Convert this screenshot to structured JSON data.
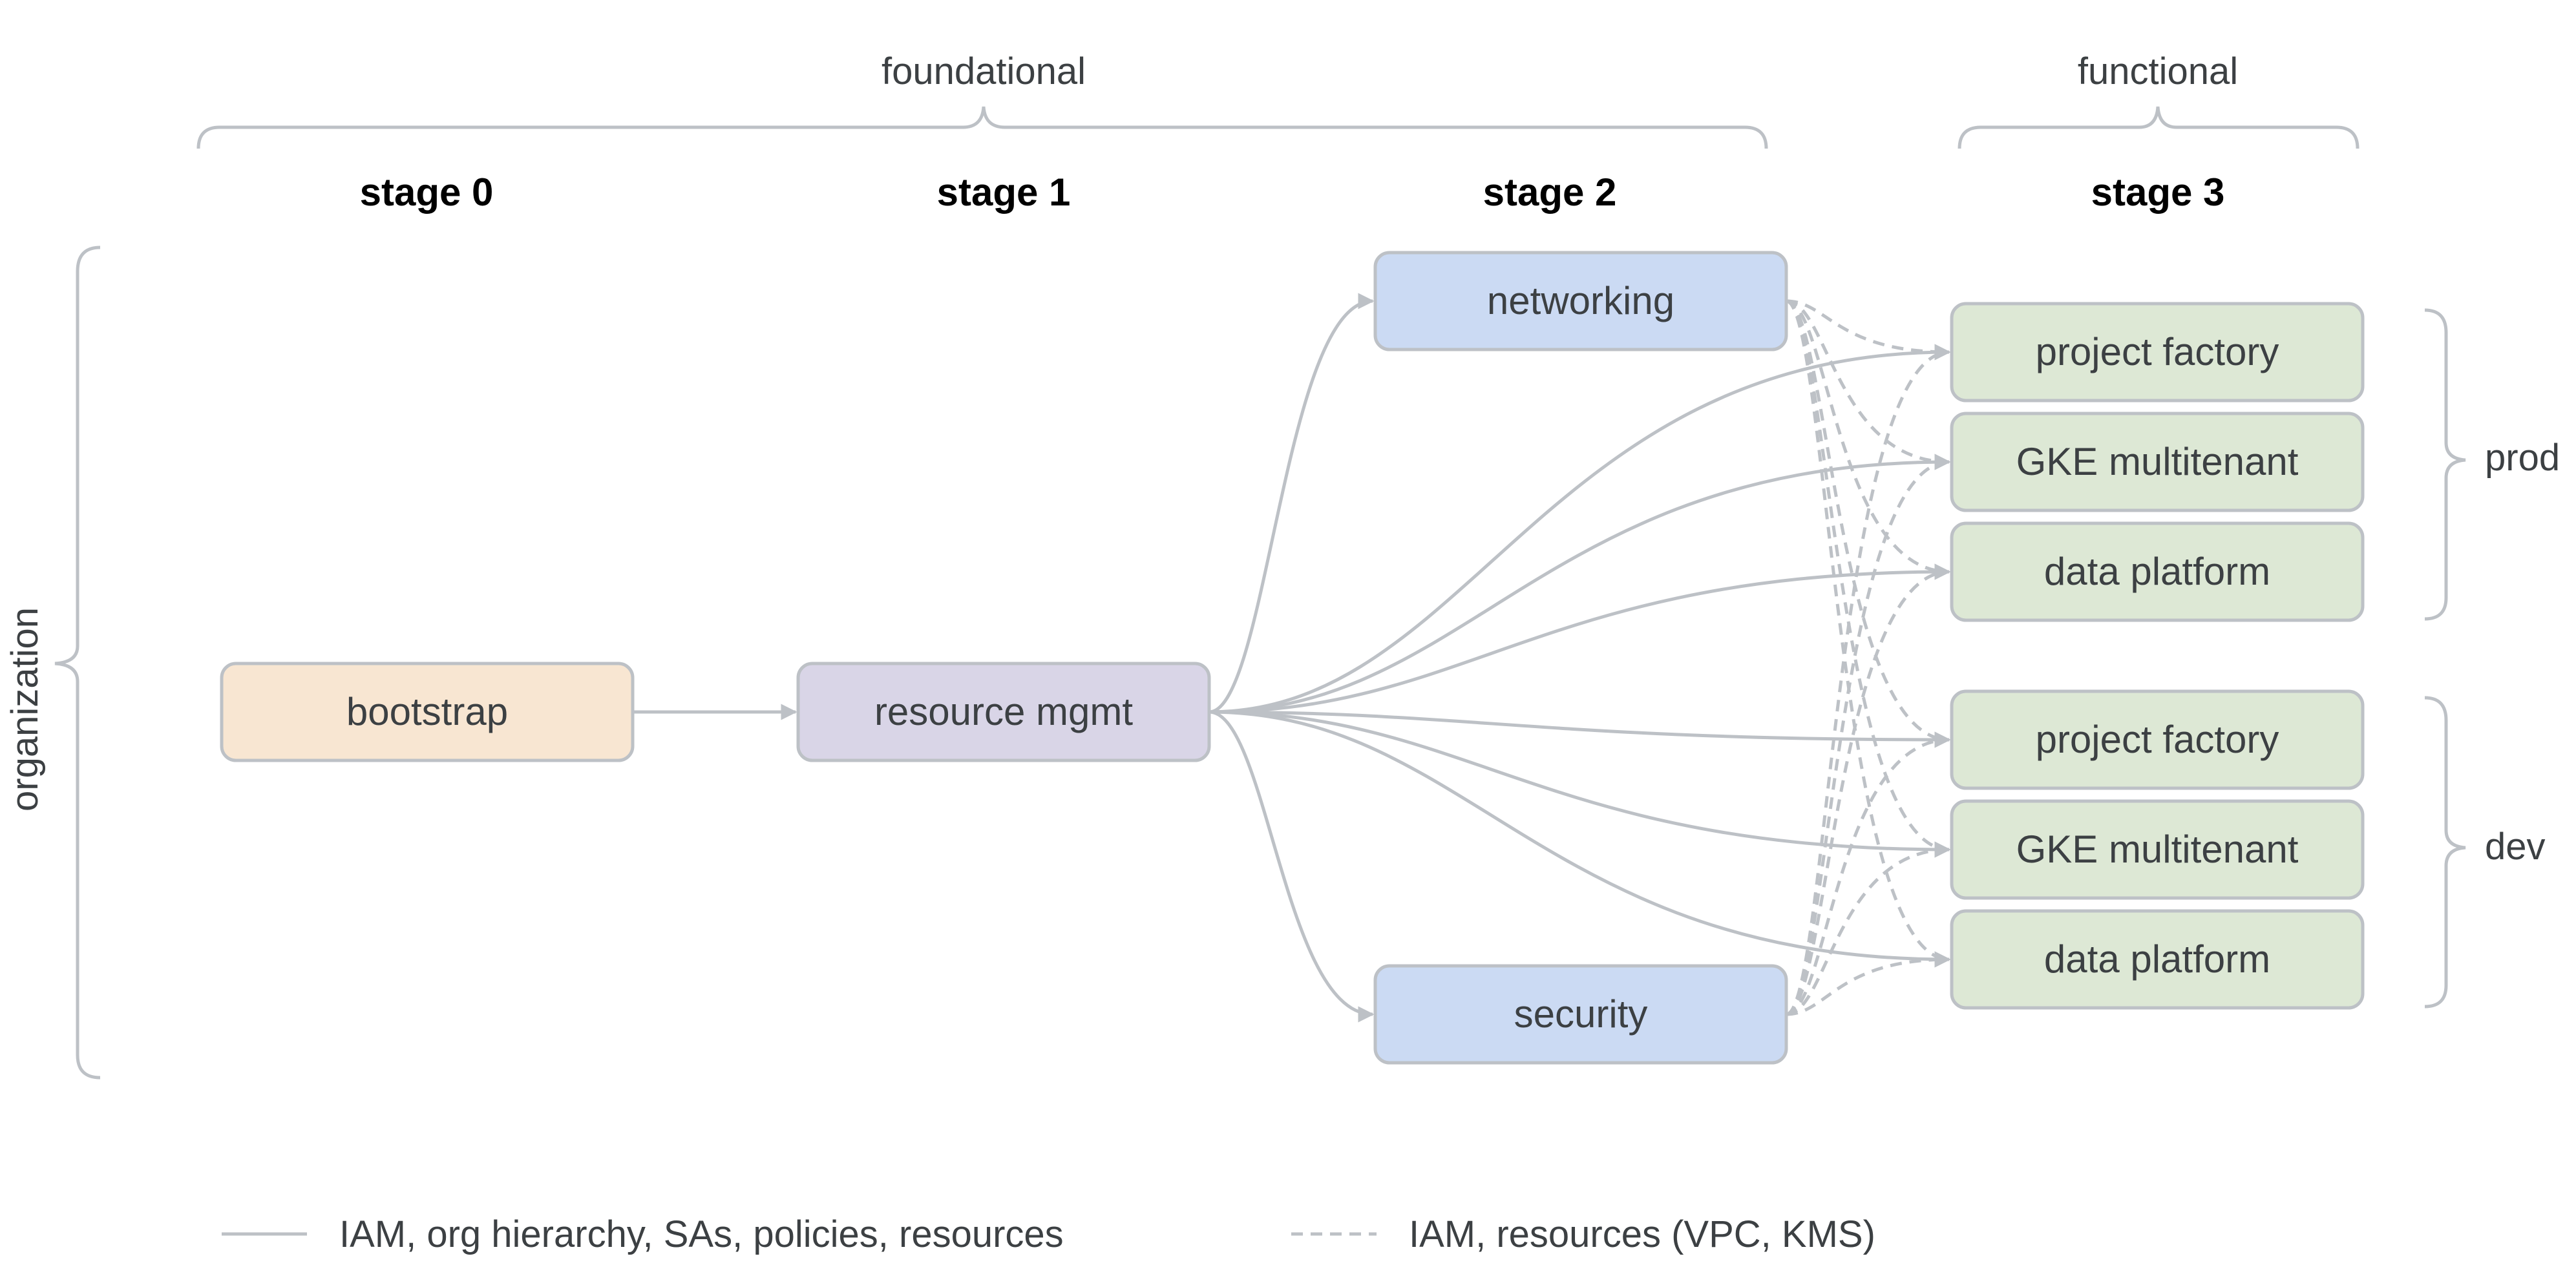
{
  "groups": {
    "foundational": "foundational",
    "functional": "functional",
    "organization": "organization",
    "prod": "prod",
    "dev": "dev"
  },
  "stages": [
    "stage 0",
    "stage 1",
    "stage 2",
    "stage 3"
  ],
  "nodes": {
    "bootstrap": {
      "label": "bootstrap",
      "color": "#f8e6d2"
    },
    "resource_mgmt": {
      "label": "resource mgmt",
      "color": "#d9d5e7"
    },
    "networking": {
      "label": "networking",
      "color": "#cbdaf3"
    },
    "security": {
      "label": "security",
      "color": "#cbdaf3"
    },
    "prod_project_factory": {
      "label": "project factory",
      "color": "#dde8d5"
    },
    "prod_gke_multitenant": {
      "label": "GKE multitenant",
      "color": "#dde8d5"
    },
    "prod_data_platform": {
      "label": "data platform",
      "color": "#dde8d5"
    },
    "dev_project_factory": {
      "label": "project factory",
      "color": "#dde8d5"
    },
    "dev_gke_multitenant": {
      "label": "GKE multitenant",
      "color": "#dde8d5"
    },
    "dev_data_platform": {
      "label": "data platform",
      "color": "#dde8d5"
    }
  },
  "edges": {
    "solid": [
      [
        "bootstrap",
        "resource_mgmt"
      ],
      [
        "resource_mgmt",
        "networking"
      ],
      [
        "resource_mgmt",
        "security"
      ],
      [
        "resource_mgmt",
        "prod_project_factory"
      ],
      [
        "resource_mgmt",
        "prod_gke_multitenant"
      ],
      [
        "resource_mgmt",
        "prod_data_platform"
      ],
      [
        "resource_mgmt",
        "dev_project_factory"
      ],
      [
        "resource_mgmt",
        "dev_gke_multitenant"
      ],
      [
        "resource_mgmt",
        "dev_data_platform"
      ]
    ],
    "dashed": [
      [
        "networking",
        "prod_project_factory"
      ],
      [
        "networking",
        "prod_gke_multitenant"
      ],
      [
        "networking",
        "prod_data_platform"
      ],
      [
        "networking",
        "dev_project_factory"
      ],
      [
        "networking",
        "dev_gke_multitenant"
      ],
      [
        "networking",
        "dev_data_platform"
      ],
      [
        "security",
        "prod_project_factory"
      ],
      [
        "security",
        "prod_gke_multitenant"
      ],
      [
        "security",
        "prod_data_platform"
      ],
      [
        "security",
        "dev_project_factory"
      ],
      [
        "security",
        "dev_gke_multitenant"
      ],
      [
        "security",
        "dev_data_platform"
      ]
    ]
  },
  "legend": {
    "solid_label": "IAM, org hierarchy, SAs, policies, resources",
    "dashed_label": "IAM, resources (VPC, KMS)"
  },
  "colors": {
    "line": "#bdc1c6",
    "text": "#3c4043"
  }
}
